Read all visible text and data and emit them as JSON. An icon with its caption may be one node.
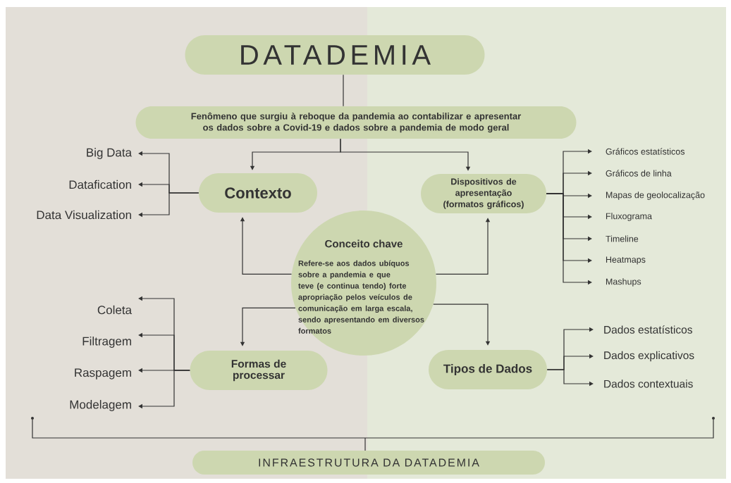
{
  "diagram": {
    "nodes": [
      {
        "text": [
          "DATADEMIA"
        ]
      },
      {
        "text": [
          "Fenômeno que surgiu à reboque da pandemia ao contabilizar e apresentar os dados sobre a Covid-19 e dados sobre a pandemia de modo geral"
        ]
      },
      {
        "text": [
          "Contexto"
        ]
      },
      {
        "text": [
          "Dispositivos de apresentação (formatos gráficos)"
        ]
      },
      {
        "text": [
          "Conceito chave",
          "Refere-se aos dados ubíquos sobre a pandemia e que teve (e continua tendo) forte apropriação pelos veículos de comunicação em larga escala, sendo apresentando em diversos formatos"
        ]
      },
      {
        "text": [
          "Formas de processar"
        ]
      },
      {
        "text": [
          "Tipos de Dados"
        ]
      },
      {
        "text": [
          "INFRAESTRUTURA DA DATADEMIA"
        ]
      },
      {
        "text": [
          "Big Data"
        ]
      },
      {
        "text": [
          "Datafication"
        ]
      },
      {
        "text": [
          "Data Visualization"
        ]
      },
      {
        "text": [
          "Coleta"
        ]
      },
      {
        "text": [
          "Filtragem"
        ]
      },
      {
        "text": [
          "Raspagem"
        ]
      },
      {
        "text": [
          "Modelagem"
        ]
      },
      {
        "text": [
          "Gráficos estatísticos"
        ]
      },
      {
        "text": [
          "Gráficos de linha"
        ]
      },
      {
        "text": [
          "Mapas de  geolocalização"
        ]
      },
      {
        "text": [
          "Fluxograma"
        ]
      },
      {
        "text": [
          "Timeline"
        ]
      },
      {
        "text": [
          "Heatmaps"
        ]
      },
      {
        "text": [
          "Mashups"
        ]
      },
      {
        "text": [
          "Dados estatísticos"
        ]
      },
      {
        "text": [
          "Dados explicativos"
        ]
      },
      {
        "text": [
          "Dados contextuais"
        ]
      }
    ],
    "edges": [
      {
        "from": 0,
        "to": 1,
        "arrow": "none"
      },
      {
        "from": 1,
        "to": 2,
        "arrow": "to"
      },
      {
        "from": 1,
        "to": 3,
        "arrow": "to"
      },
      {
        "from": 4,
        "to": 2,
        "arrow": "to"
      },
      {
        "from": 4,
        "to": 3,
        "arrow": "to"
      },
      {
        "from": 4,
        "to": 5,
        "arrow": "to"
      },
      {
        "from": 4,
        "to": 6,
        "arrow": "to"
      },
      {
        "from": 2,
        "to": 8,
        "arrow": "to"
      },
      {
        "from": 2,
        "to": 9,
        "arrow": "to"
      },
      {
        "from": 2,
        "to": 10,
        "arrow": "to"
      },
      {
        "from": 5,
        "to": 11,
        "arrow": "to"
      },
      {
        "from": 5,
        "to": 12,
        "arrow": "to"
      },
      {
        "from": 5,
        "to": 13,
        "arrow": "to"
      },
      {
        "from": 5,
        "to": 14,
        "arrow": "to"
      },
      {
        "from": 3,
        "to": 15,
        "arrow": "to"
      },
      {
        "from": 3,
        "to": 16,
        "arrow": "to"
      },
      {
        "from": 3,
        "to": 17,
        "arrow": "to"
      },
      {
        "from": 3,
        "to": 18,
        "arrow": "to"
      },
      {
        "from": 3,
        "to": 19,
        "arrow": "to"
      },
      {
        "from": 3,
        "to": 20,
        "arrow": "to"
      },
      {
        "from": 3,
        "to": 21,
        "arrow": "to"
      },
      {
        "from": 6,
        "to": 22,
        "arrow": "to"
      },
      {
        "from": 6,
        "to": 23,
        "arrow": "to"
      },
      {
        "from": 6,
        "to": 24,
        "arrow": "to"
      }
    ]
  }
}
